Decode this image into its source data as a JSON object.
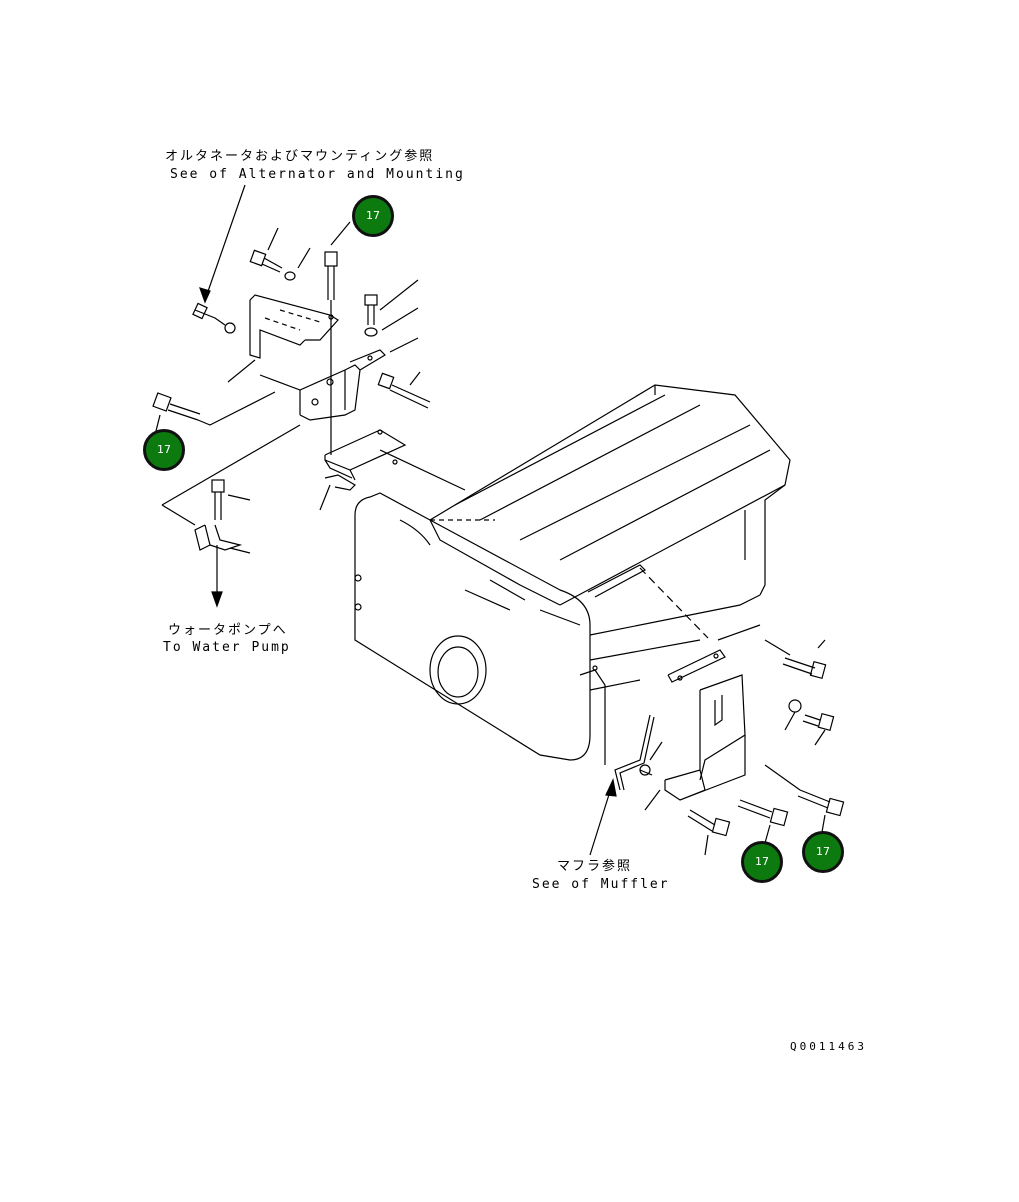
{
  "references": {
    "alternator_jp": "オルタネータおよびマウンティング参照",
    "alternator_en": "See of Alternator and Mounting",
    "water_pump_jp": "ウォータポンプへ",
    "water_pump_en": "To Water Pump",
    "muffler_jp": "マフラ参照",
    "muffler_en": "See of Muffler"
  },
  "callouts": [
    {
      "label": "17"
    },
    {
      "label": "17"
    },
    {
      "label": "17"
    },
    {
      "label": "17"
    }
  ],
  "drawing_number": "Q0011463",
  "colors": {
    "callout_fill": "#0d7a10",
    "callout_border": "#111111",
    "line": "#000000"
  }
}
